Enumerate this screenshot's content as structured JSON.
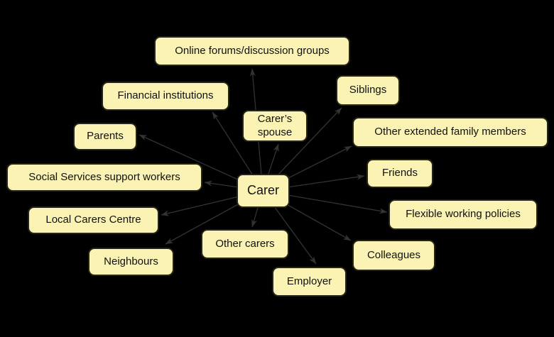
{
  "diagram": {
    "type": "mind-map",
    "center": {
      "label": "Carer"
    },
    "nodes": [
      {
        "label": "Online forums/discussion groups"
      },
      {
        "label": "Financial institutions"
      },
      {
        "label": "Parents"
      },
      {
        "label": "Social Services support workers"
      },
      {
        "label": "Local Carers Centre"
      },
      {
        "label": "Neighbours"
      },
      {
        "label": "Other carers"
      },
      {
        "label": "Employer"
      },
      {
        "label": "Colleagues"
      },
      {
        "label": "Flexible working policies"
      },
      {
        "label": "Friends"
      },
      {
        "label": "Other extended family members"
      },
      {
        "label": "Siblings"
      },
      {
        "label": "Carer’s spouse"
      }
    ],
    "colors": {
      "background": "#000000",
      "node_fill": "#FAF3B3",
      "node_border": "#25251a",
      "arrow": "#333333",
      "text": "#111111"
    }
  }
}
